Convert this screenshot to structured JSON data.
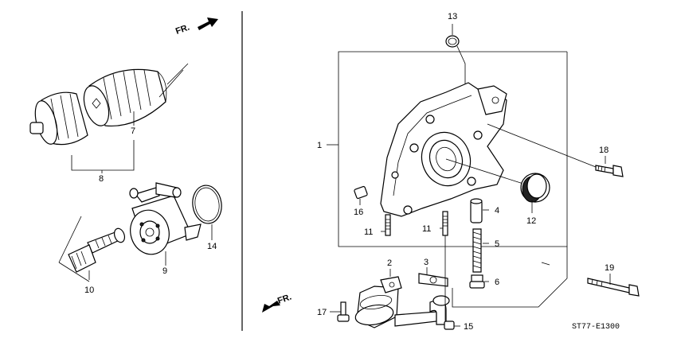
{
  "direction_marker": "FR.",
  "diagram_code": "ST77-E1300",
  "callouts": {
    "c1": "1",
    "c2": "2",
    "c3": "3",
    "c4": "4",
    "c5": "5",
    "c6": "6",
    "c7": "7",
    "c8": "8",
    "c9": "9",
    "c10": "10",
    "c11a": "11",
    "c11b": "11",
    "c12": "12",
    "c13": "13",
    "c14": "14",
    "c15": "15",
    "c16": "16",
    "c17": "17",
    "c18": "18",
    "c19": "19"
  }
}
